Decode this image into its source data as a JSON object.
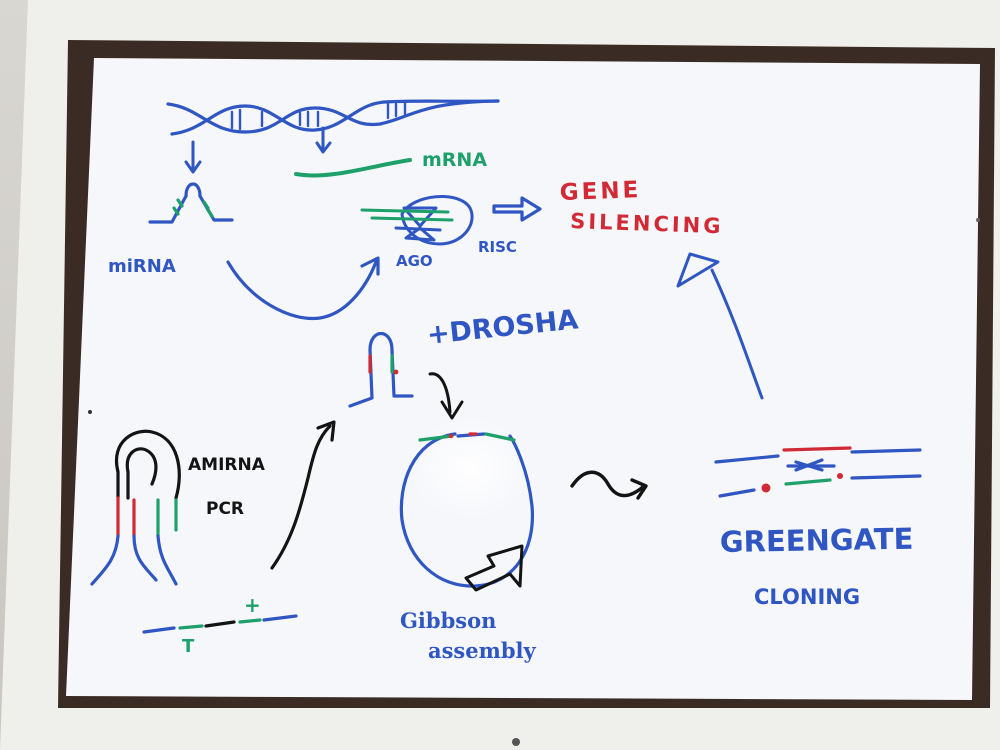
{
  "colors": {
    "blue": "#2f56c2",
    "green": "#1ea06a",
    "red": "#d22a35",
    "black": "#141414",
    "board": "#f6f7fb",
    "frame_outer": "#ececea",
    "frame_inner": "#3a2a24"
  },
  "labels": {
    "mrna": "mRNA",
    "mirna": "miRNA",
    "gene_silencing_line1": "GENE",
    "gene_silencing_line2": "SILENCING",
    "ago": "AGO",
    "risc": "RISC",
    "drosha": "+DROSHA",
    "amirna": "AMIRNA",
    "pcr": "PCR",
    "gibbson_line1": "Gibbson",
    "gibbson_line2": "assembly",
    "greengate_line1": "GREENGATE",
    "greengate_line2": "CLONING",
    "primer_top": "+",
    "primer_bottom": "T"
  },
  "icons": {
    "forward_arrow": "hollow-right-arrow",
    "squiggle": "tilde-arrow"
  }
}
